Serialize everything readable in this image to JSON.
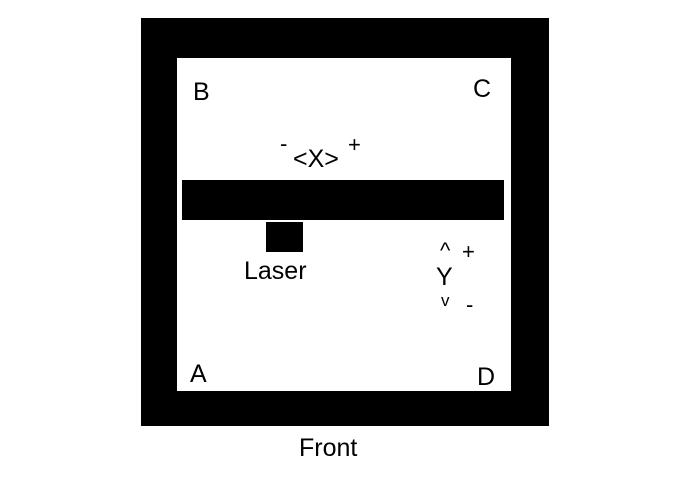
{
  "corners": {
    "a": "A",
    "b": "B",
    "c": "C",
    "d": "D"
  },
  "x_axis": {
    "minus": "-",
    "label": "<X>",
    "plus": "+"
  },
  "y_axis": {
    "up": "^",
    "plus": "+",
    "label": "Y",
    "down": "v",
    "minus": "-"
  },
  "laser_label": "Laser",
  "front_label": "Front"
}
